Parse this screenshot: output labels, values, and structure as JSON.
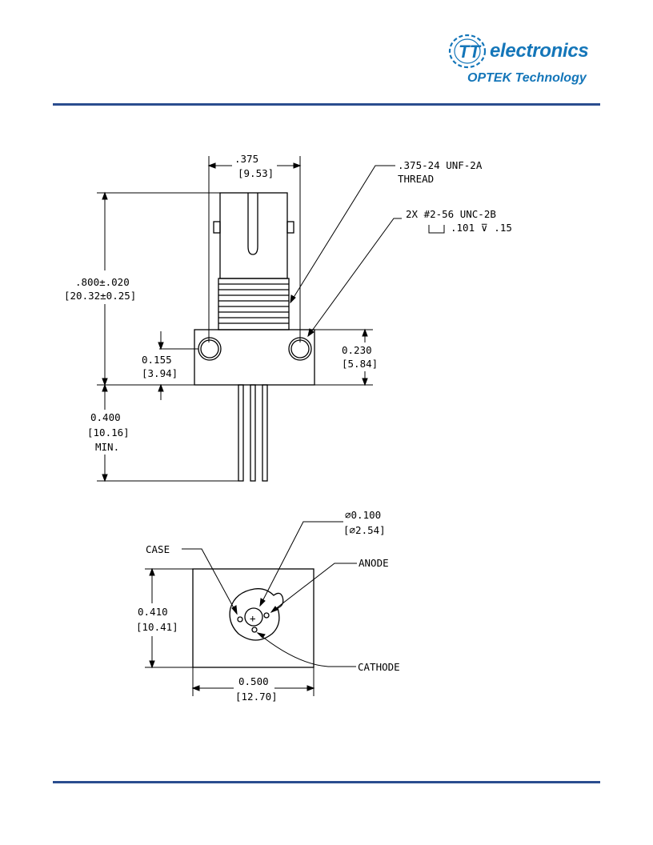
{
  "header": {
    "logo_mark": "TT",
    "brand": "electronics",
    "subtitle": "OPTEK Technology",
    "brand_color": "#1476b9",
    "rule_color": "#2a4d8f"
  },
  "side_view": {
    "width_dim": ".375",
    "width_dim_mm": "[9.53]",
    "thread_line1": ".375-24 UNF-2A",
    "thread_line2": "THREAD",
    "hole_line1": "2X #2-56 UNC-2B",
    "hole_line2": ".101 ⊽ .15",
    "height_dim": ".800±.020",
    "height_dim_mm": "[20.32±0.25]",
    "hole_pos_dim": "0.155",
    "hole_pos_dim_mm": "[3.94]",
    "body_dim": "0.230",
    "body_dim_mm": "[5.84]",
    "lead_dim": "0.400",
    "lead_dim_mm": "[10.16]",
    "lead_dim_note": "MIN."
  },
  "bottom_view": {
    "diameter_dim": "⌀0.100",
    "diameter_dim_mm": "[⌀2.54]",
    "case_label": "CASE",
    "anode_label": "ANODE",
    "cathode_label": "CATHODE",
    "height_dim": "0.410",
    "height_dim_mm": "[10.41]",
    "width_dim": "0.500",
    "width_dim_mm": "[12.70]",
    "center_mark": "+"
  }
}
